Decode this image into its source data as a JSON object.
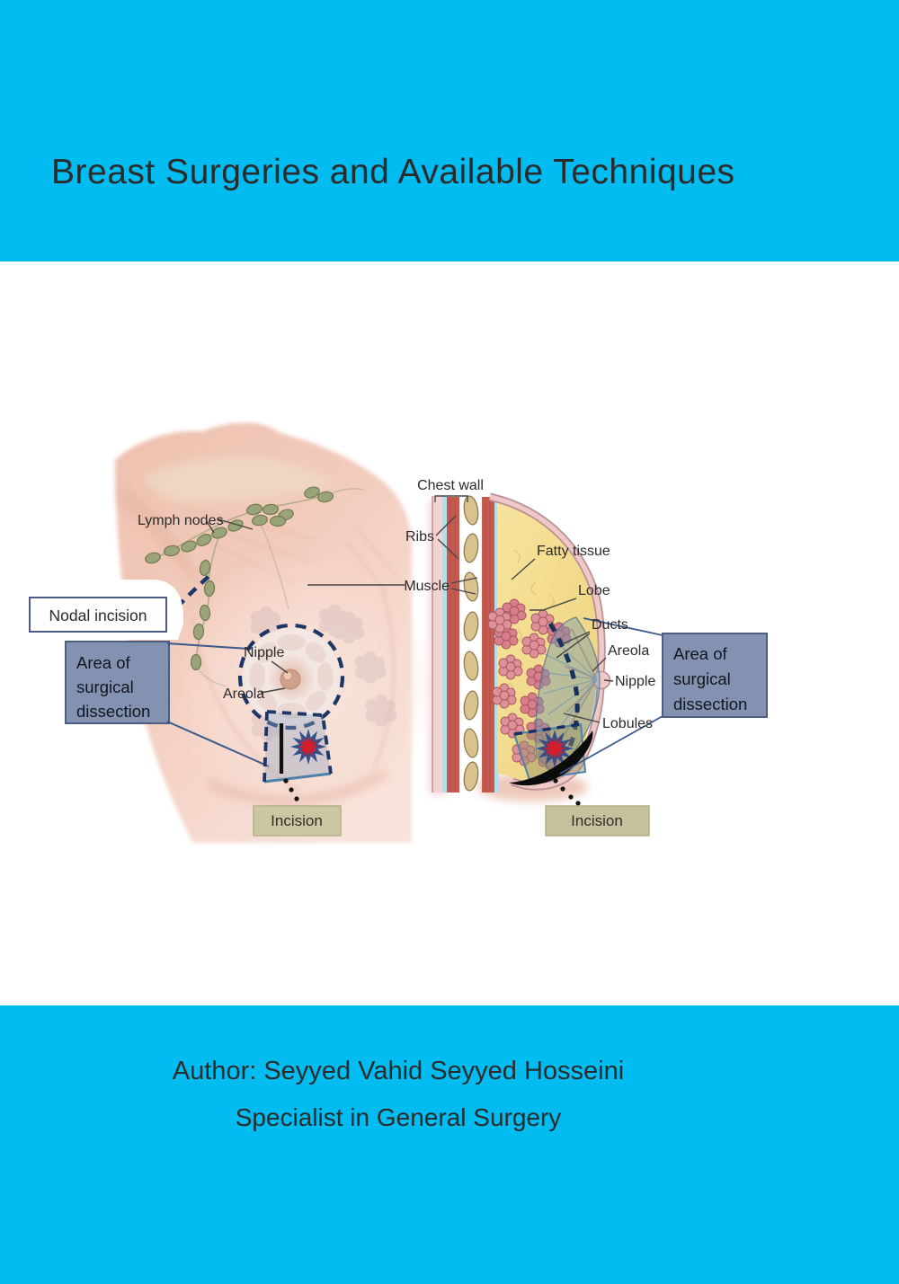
{
  "page": {
    "title": "Breast Surgeries and Available Techniques"
  },
  "footer": {
    "author_line": "Author: Seyyed Vahid Seyyed Hosseini",
    "specialty_line": "Specialist in General Surgery"
  },
  "colors": {
    "accent_cyan": "#00bcf0",
    "title_text": "#2b2b2b",
    "dissection_box_fill": "#8292b0",
    "dissection_box_border": "#4c5c82",
    "incision_box_fill": "#cbc7a2",
    "incision_box_border": "#b5b08b",
    "dashed_navy": "#1c3767",
    "tumor_red": "#cf1f2d"
  },
  "illustration": {
    "left": {
      "labels": {
        "lymph_nodes": "Lymph nodes",
        "nodal_incision": "Nodal incision",
        "nipple": "Nipple",
        "areola": "Areola",
        "incision": "Incision"
      },
      "dissection_box_lines": [
        "Area of",
        "surgical",
        "dissection"
      ]
    },
    "right": {
      "labels": {
        "chest_wall": "Chest wall",
        "ribs": "Ribs",
        "muscle": "Muscle",
        "fatty_tissue": "Fatty tissue",
        "lobe": "Lobe",
        "ducts": "Ducts",
        "areola": "Areola",
        "nipple": "Nipple",
        "lobules": "Lobules",
        "incision": "Incision"
      },
      "dissection_box_lines": [
        "Area of",
        "surgical",
        "dissection"
      ]
    }
  }
}
